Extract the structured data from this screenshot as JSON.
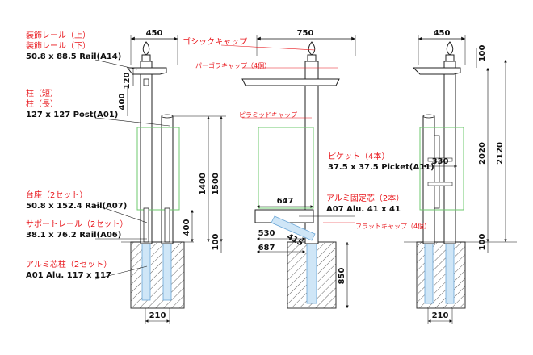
{
  "colors": {
    "label_red": "#e8141a",
    "core_blue": "#cfe6f7",
    "green_box": "#6cc86c",
    "hatch": "#555555"
  },
  "left_labels": {
    "deco_rail_top": "装飾レール（上）",
    "deco_rail_bottom": "装飾レール（下）",
    "deco_rail_spec": "50.8 x 88.5 Rail(A14)",
    "post_short": "柱（短）",
    "post_long": "柱（長）",
    "post_spec": "127 x 127 Post(A01)",
    "base": "台座（2セット）",
    "base_spec": "50.8 x 152.4 Rail(A07)",
    "support_rail": "サポートレール（2セット）",
    "support_rail_spec": "38.1 x 76.2 Rail(A06)",
    "alu_core_post": "アルミ芯柱（2セット）",
    "alu_core_spec": "A01 Alu. 117 x 117"
  },
  "center_labels": {
    "gothic_cap": "ゴシックキャップ",
    "pergola_cap": "パーゴラキャップ（4個）",
    "pyramid_cap": "ピラミッドキャップ",
    "picket": "ピケット（4本）",
    "picket_spec": "37.5 x 37.5 Picket(A11)",
    "alu_fixing_core": "アルミ固定芯（2本）",
    "alu_fixing_spec": "A07 Alu. 41 x 41",
    "flat_cap": "フラットキャップ（4個）"
  },
  "dimensions": {
    "left_width": "450",
    "center_width": "750",
    "right_width": "450",
    "d120": "120",
    "d400_top": "400",
    "d1400": "1400",
    "d1500": "1500",
    "d400_low": "400",
    "d100_left": "100",
    "d210_left": "210",
    "d647": "647",
    "d530": "530",
    "d415": "415",
    "d687": "687",
    "d850": "850",
    "d100_top_right": "100",
    "d2020": "2020",
    "d2120": "2120",
    "d330": "330",
    "d100_right": "100",
    "d210_right": "210"
  }
}
